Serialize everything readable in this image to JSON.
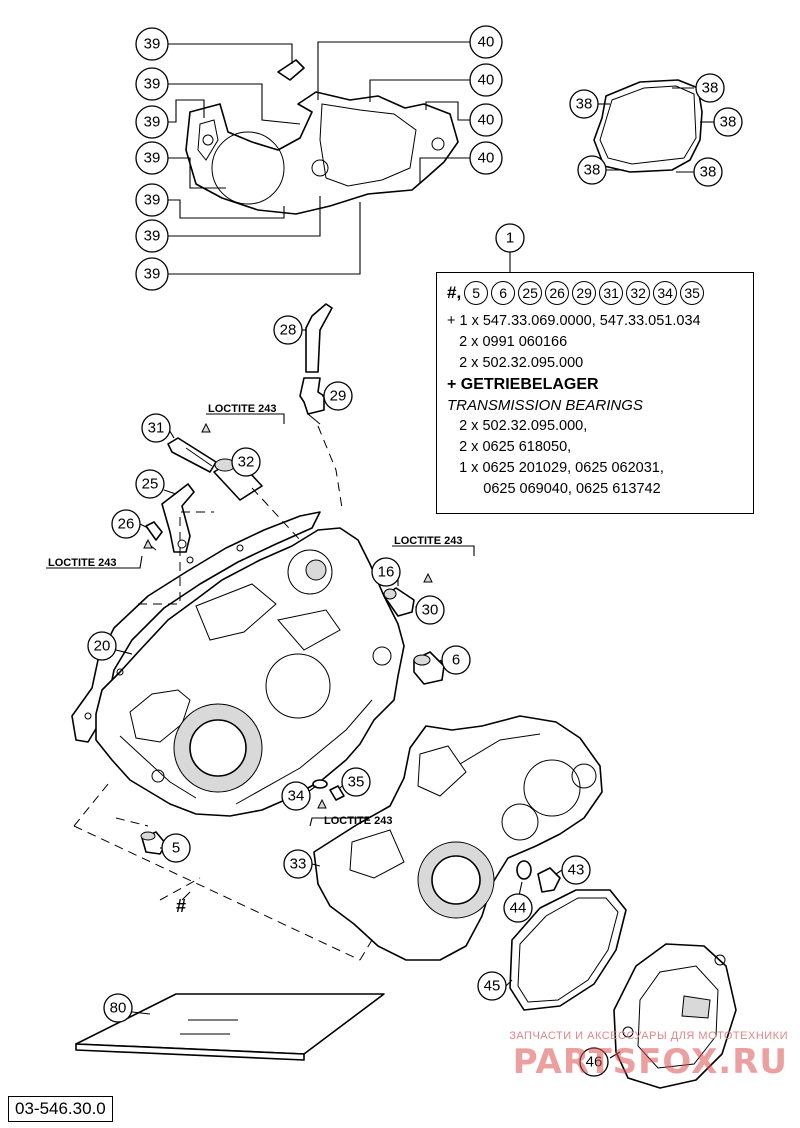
{
  "diagram": {
    "reference_code": "03-546.30.0",
    "callouts": {
      "c1": "1",
      "c5": "5",
      "c6": "6",
      "c16": "16",
      "c20": "20",
      "c25": "25",
      "c26": "26",
      "c28": "28",
      "c29": "29",
      "c30": "30",
      "c31": "31",
      "c32": "32",
      "c33": "33",
      "c34": "34",
      "c35": "35",
      "c38": "38",
      "c39": "39",
      "c40": "40",
      "c43": "43",
      "c44": "44",
      "c45": "45",
      "c46": "46",
      "c80": "80"
    },
    "loctite_label": "LOCTITE 243",
    "hash_mark": "#"
  },
  "info_box": {
    "prefix": "#,",
    "refs": [
      "5",
      "6",
      "25",
      "26",
      "29",
      "31",
      "32",
      "34",
      "35"
    ],
    "lines": [
      "+ 1 x 547.33.069.0000, 547.33.051.034",
      "   2 x 0991 060166",
      "   2 x 502.32.095.000"
    ],
    "heading": "+ GETRIEBELAGER",
    "subheading": "TRANSMISSION BEARINGS",
    "bearing_lines": [
      "   2 x 502.32.095.000,",
      "   2 x 0625 618050,",
      "   1 x 0625 201029, 0625 062031,",
      "         0625 069040, 0625 613742"
    ]
  },
  "watermark": {
    "tagline": "ЗАПЧАСТИ И АКСЕССУАРЫ ДЛЯ МОТОТЕХНИКИ",
    "brand": "PARTSFOX.RU"
  }
}
